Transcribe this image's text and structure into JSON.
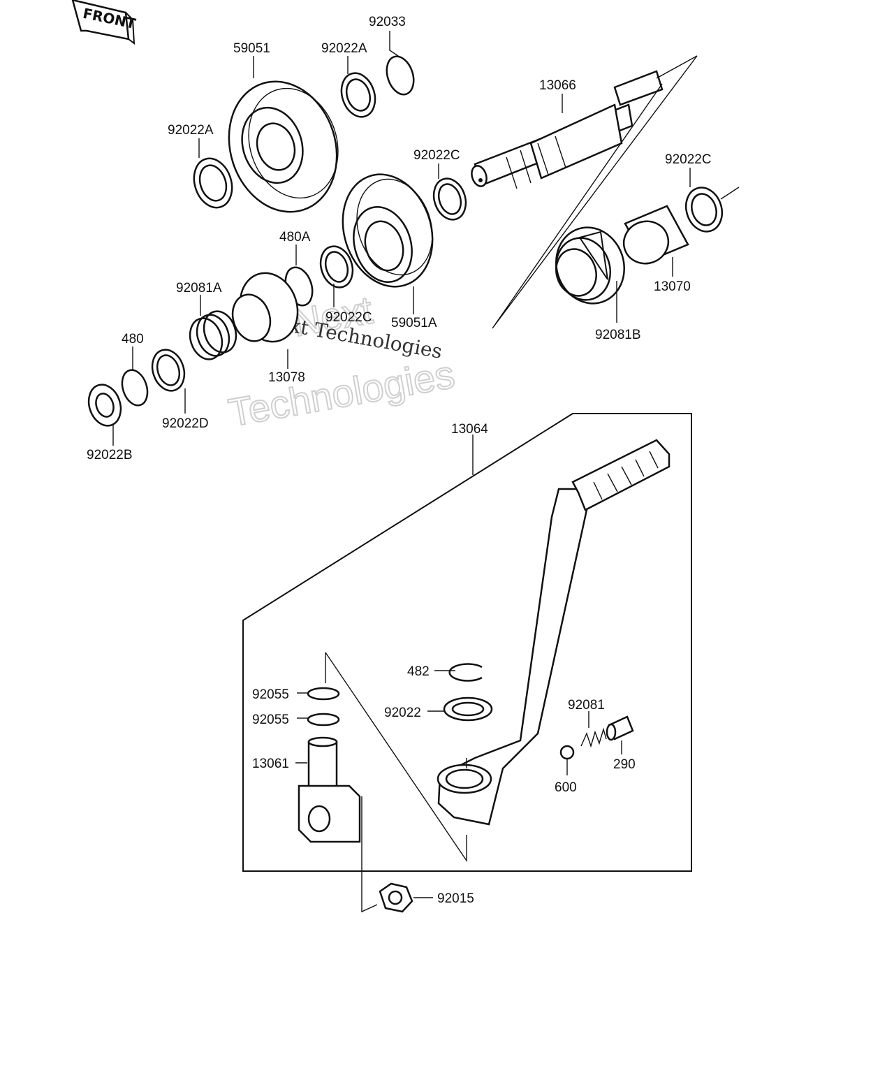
{
  "front_tag": "FRONT",
  "watermark": {
    "line1": "Next",
    "line2": "Technologies",
    "overlay": "Next Technologies"
  },
  "labels": {
    "p92033": "92033",
    "p59051": "59051",
    "p92022A_top": "92022A",
    "p13066": "13066",
    "p92022A_left": "92022A",
    "p92022C_mid": "92022C",
    "p92022C_right": "92022C",
    "p480A": "480A",
    "p92081A": "92081A",
    "p92022C_low": "92022C",
    "p59051A": "59051A",
    "p13070": "13070",
    "p480": "480",
    "p92081B": "92081B",
    "p13078": "13078",
    "p92022D": "92022D",
    "p92022B": "92022B",
    "p13064": "13064",
    "p482": "482",
    "p92055_a": "92055",
    "p92055_b": "92055",
    "p92022": "92022",
    "p92081": "92081",
    "p13061": "13061",
    "p290": "290",
    "p600": "600",
    "p92015": "92015"
  }
}
